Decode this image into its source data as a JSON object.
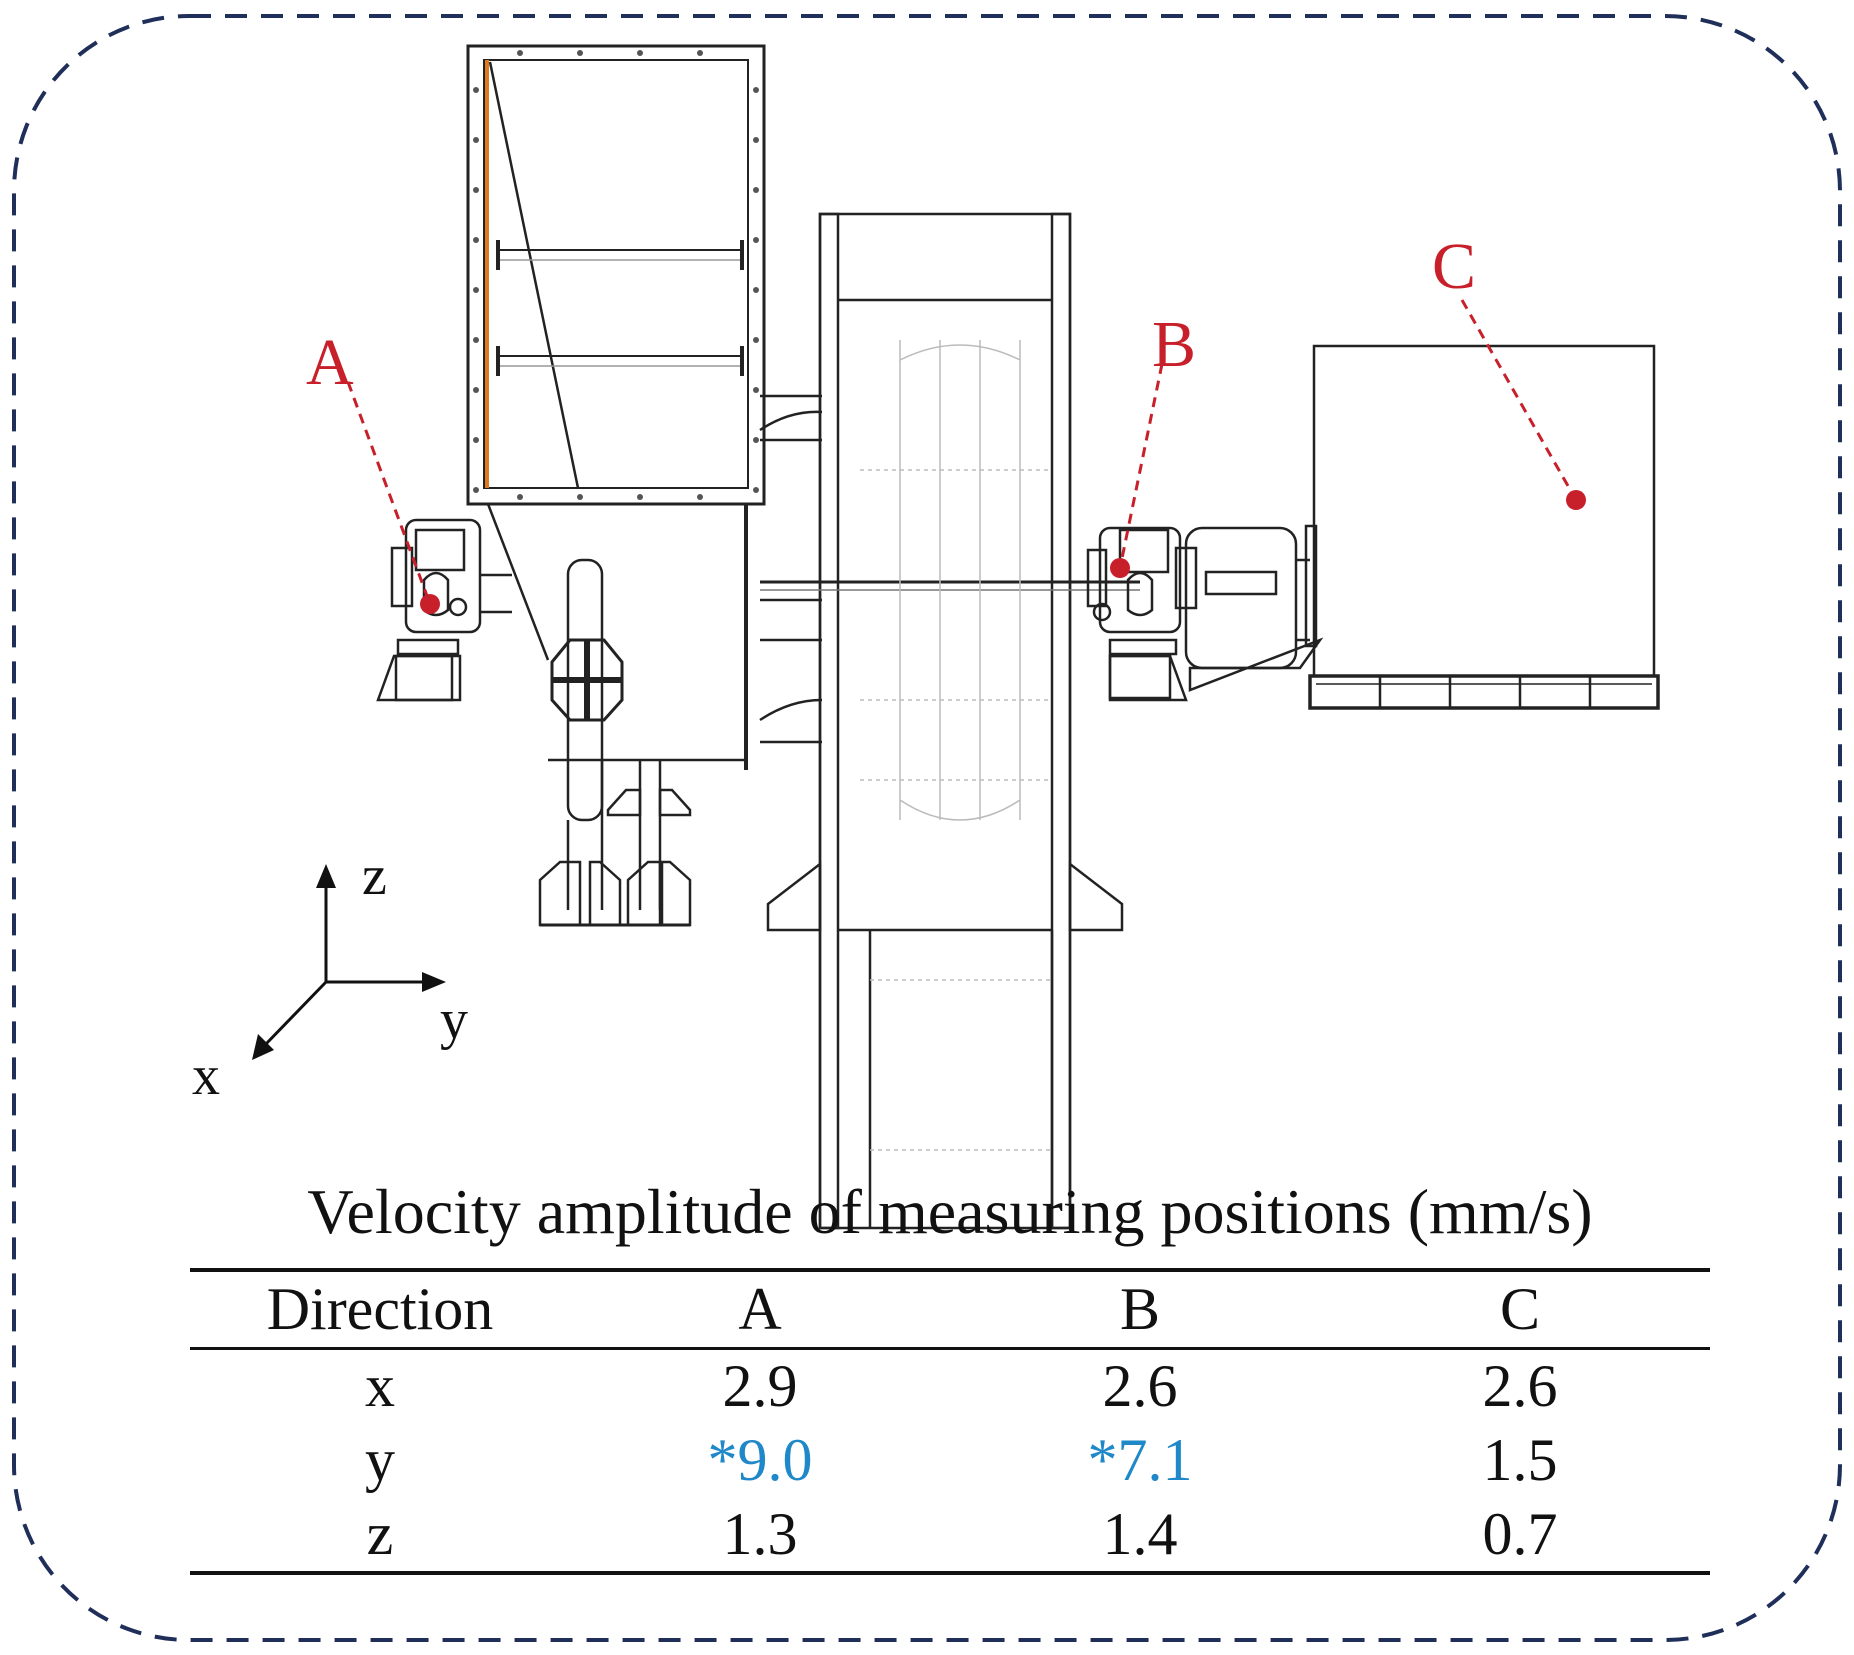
{
  "colors": {
    "frame": "#1f2f5a",
    "measure_point": "#c8202a",
    "highlight": "#1e88c8",
    "accent_strip": "#e07a20"
  },
  "points": [
    {
      "label": "A",
      "description": "measuring point on left bearing housing"
    },
    {
      "label": "B",
      "description": "measuring point on right bearing housing"
    },
    {
      "label": "C",
      "description": "measuring point on motor"
    }
  ],
  "axes": {
    "z": "z",
    "y": "y",
    "x": "x"
  },
  "table": {
    "title": "Velocity amplitude of  measuring positions (mm/s)",
    "headers": [
      "Direction",
      "A",
      "B",
      "C"
    ],
    "rows": [
      {
        "direction": "x",
        "A": "2.9",
        "B": "2.6",
        "C": "2.6"
      },
      {
        "direction": "y",
        "A": "*9.0",
        "B": "*7.1",
        "C": "1.5"
      },
      {
        "direction": "z",
        "A": "1.3",
        "B": "1.4",
        "C": "0.7"
      }
    ],
    "highlighted": [
      "rows.1.A",
      "rows.1.B"
    ]
  }
}
